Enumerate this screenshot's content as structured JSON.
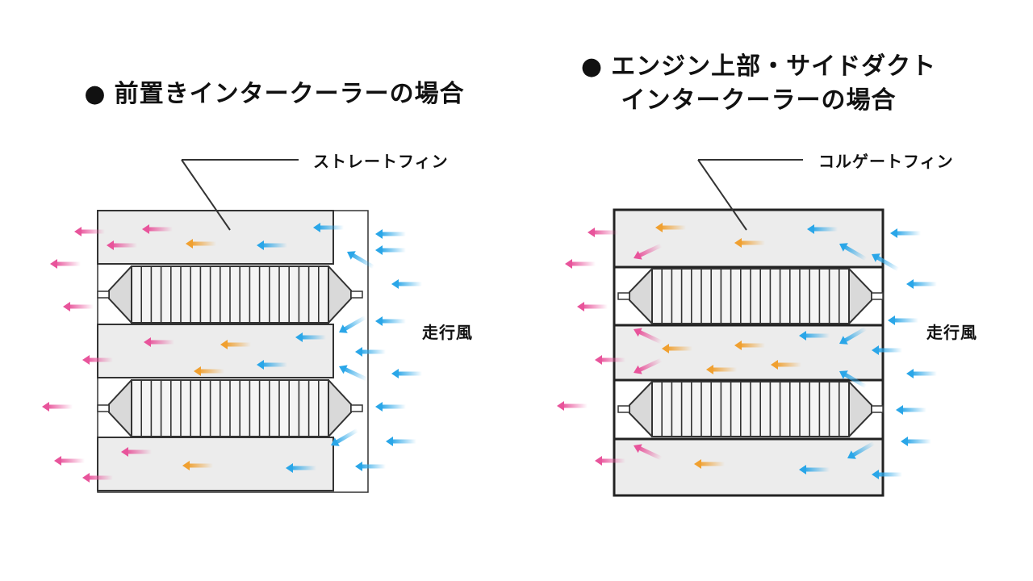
{
  "left_panel": {
    "bullet": "●",
    "title": "前置きインタークーラーの場合",
    "fin_label": "ストレートフィン",
    "wind_label": "走行風"
  },
  "right_panel": {
    "bullet": "●",
    "title_line1": "エンジン上部・サイドダクト",
    "title_line2": "インタークーラーの場合",
    "fin_label": "コルゲートフィン",
    "wind_label": "走行風"
  },
  "colors": {
    "hot_air": "#e8549b",
    "warm_air": "#f0a030",
    "cool_air": "#2aa6e8",
    "fin_fill": "#ececec",
    "outline": "#333333"
  }
}
